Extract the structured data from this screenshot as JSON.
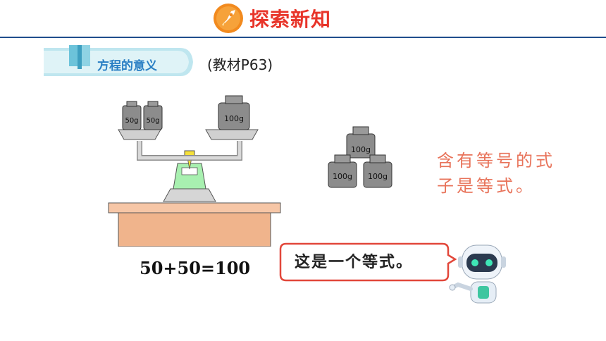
{
  "header": {
    "title": "探索新知",
    "icon": "rocket-icon",
    "accent_color": "#e8352a",
    "line_color": "#1f4e8c"
  },
  "section": {
    "label": "方程的意义",
    "source": "(教材P63)",
    "icon": "book-icon"
  },
  "scale_illustration": {
    "left_weights": [
      "50g",
      "50g"
    ],
    "right_weights": [
      "100g"
    ]
  },
  "weights_pile": {
    "weights": [
      "100g",
      "100g",
      "100g"
    ]
  },
  "definition": {
    "lines": [
      "含有等号的式",
      "子是等式。"
    ]
  },
  "equation": "50+50=100",
  "speech_bubble": {
    "text": "这是一个等式。"
  },
  "robot": {
    "icon": "robot-icon"
  }
}
